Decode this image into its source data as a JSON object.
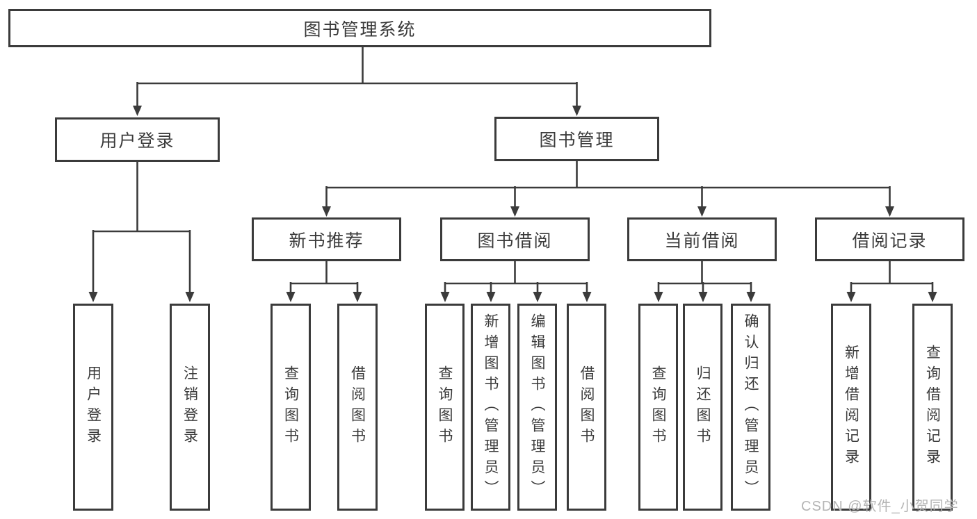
{
  "diagram": {
    "title": "图书管理系统",
    "tree": {
      "label": "图书管理系统",
      "children": [
        {
          "label": "用户登录",
          "children": [
            {
              "label": "用户登录"
            },
            {
              "label": "注销登录"
            }
          ]
        },
        {
          "label": "图书管理",
          "children": [
            {
              "label": "新书推荐",
              "children": [
                {
                  "label": "查询图书"
                },
                {
                  "label": "借阅图书"
                }
              ]
            },
            {
              "label": "图书借阅",
              "children": [
                {
                  "label": "查询图书"
                },
                {
                  "label": "新增图书（管理员）"
                },
                {
                  "label": "编辑图书（管理员）"
                },
                {
                  "label": "借阅图书"
                }
              ]
            },
            {
              "label": "当前借阅",
              "children": [
                {
                  "label": "查询图书"
                },
                {
                  "label": "归还图书"
                },
                {
                  "label": "确认归还（管理员）"
                }
              ]
            },
            {
              "label": "借阅记录",
              "children": [
                {
                  "label": "新增借阅记录"
                },
                {
                  "label": "查询借阅记录"
                }
              ]
            }
          ]
        }
      ]
    },
    "colors": {
      "line": "#3b3b3b",
      "text": "#3a3a3a",
      "background": "#ffffff",
      "watermark": "#b5b5b5"
    }
  },
  "watermark": {
    "text": "CSDN @软件_小贺同学"
  }
}
